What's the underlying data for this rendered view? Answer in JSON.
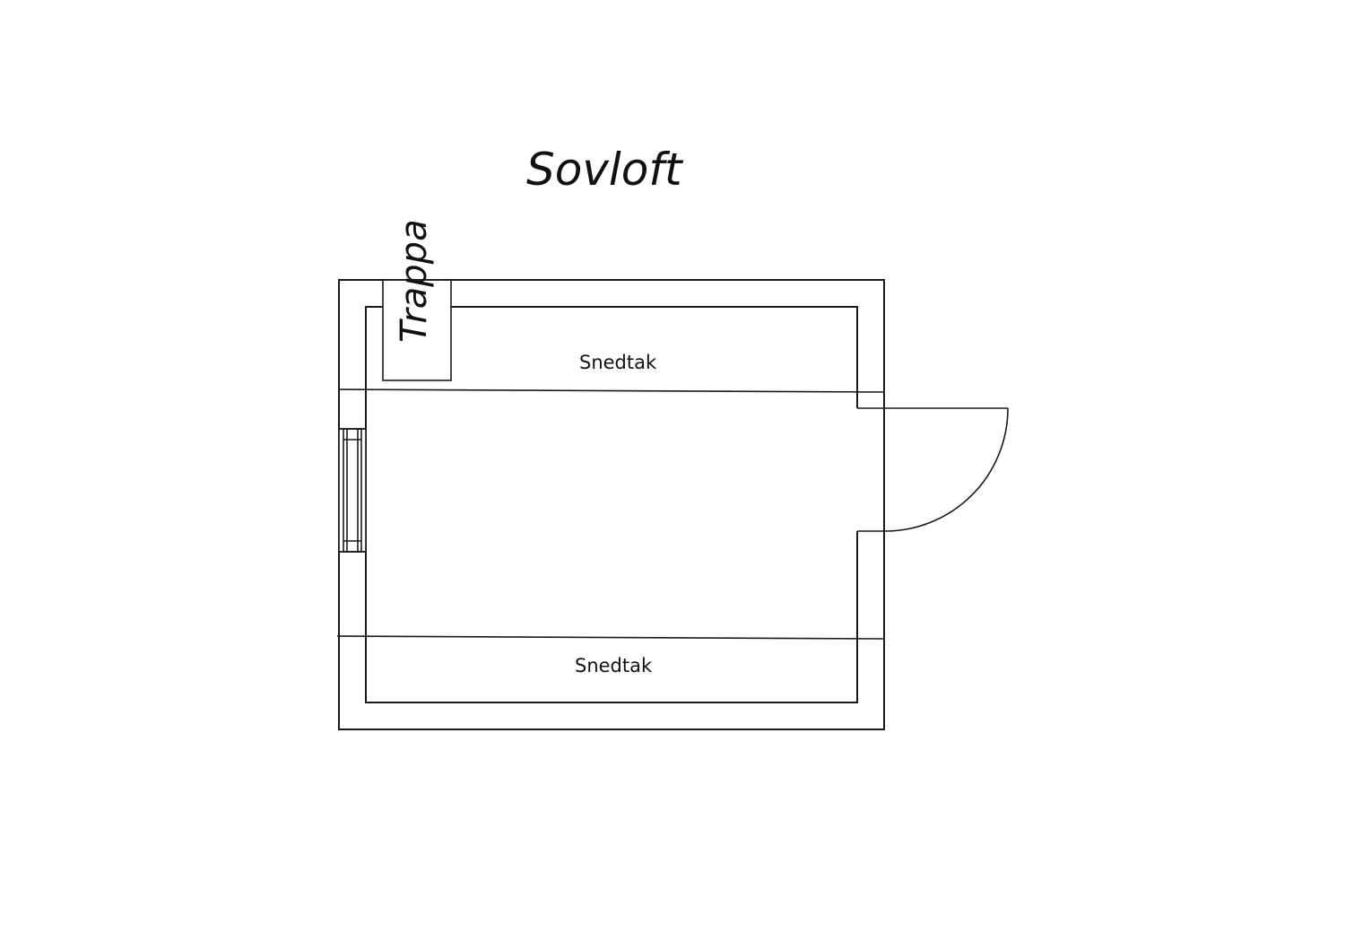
{
  "plan": {
    "title": "Sovloft",
    "stair_label": "Trappa",
    "sloped_ceiling_top_label": "Snedtak",
    "sloped_ceiling_bottom_label": "Snedtak"
  },
  "colors": {
    "line": "#1a1a1a",
    "background": "#ffffff"
  }
}
